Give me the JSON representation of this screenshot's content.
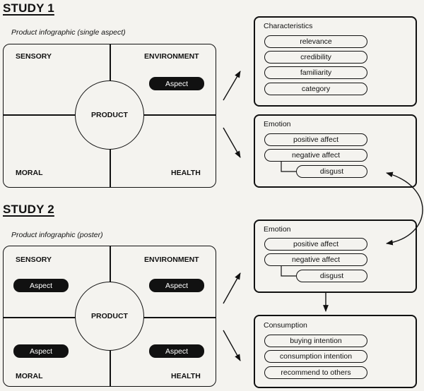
{
  "study1": {
    "title": "STUDY 1",
    "subtitle": "Product infographic (single aspect)",
    "quadrants": {
      "top_left": "SENSORY",
      "top_right": "ENVIRONMENT",
      "bottom_left": "MORAL",
      "bottom_right": "HEALTH"
    },
    "center": "PRODUCT",
    "aspect": "Aspect",
    "characteristics": {
      "title": "Characteristics",
      "items": [
        "relevance",
        "credibility",
        "familiarity",
        "category"
      ]
    },
    "emotion": {
      "title": "Emotion",
      "items": [
        "positive affect",
        "negative affect",
        "disgust"
      ]
    }
  },
  "study2": {
    "title": "STUDY 2",
    "subtitle": "Product infographic (poster)",
    "quadrants": {
      "top_left": "SENSORY",
      "top_right": "ENVIRONMENT",
      "bottom_left": "MORAL",
      "bottom_right": "HEALTH"
    },
    "center": "PRODUCT",
    "aspect": "Aspect",
    "emotion": {
      "title": "Emotion",
      "items": [
        "positive affect",
        "negative affect",
        "disgust"
      ]
    },
    "consumption": {
      "title": "Consumption",
      "items": [
        "buying intention",
        "consumption intention",
        "recommend to others"
      ]
    }
  }
}
